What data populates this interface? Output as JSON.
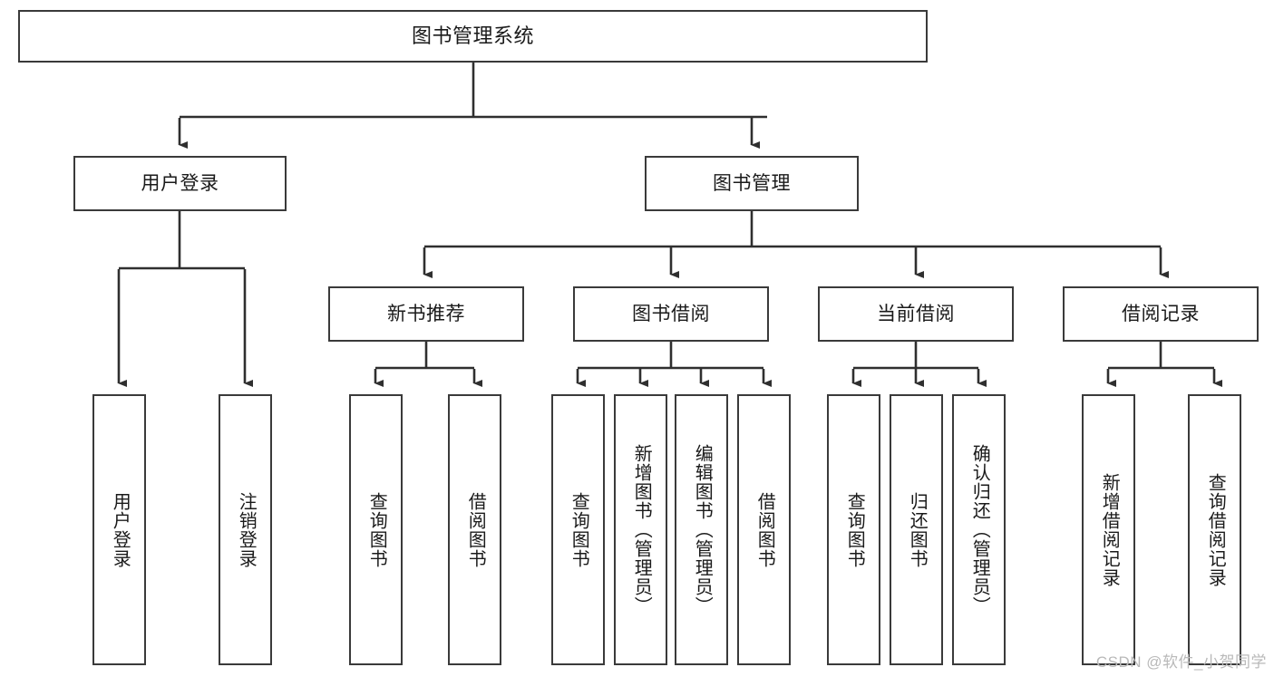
{
  "diagram": {
    "type": "tree-hierarchy",
    "title": "图书管理系统",
    "orientation": "top-down",
    "colors": {
      "box_border": "#3a3a3a",
      "box_fill": "#ffffff",
      "connector": "#2f2f2f",
      "text": "#1a1a1a",
      "watermark": "#b9b9b9"
    },
    "levels": {
      "level1": [
        "图书管理系统"
      ],
      "level2": [
        "用户登录",
        "图书管理"
      ],
      "level3": [
        "新书推荐",
        "图书借阅",
        "当前借阅",
        "借阅记录"
      ],
      "level4": [
        "用户登录",
        "注销登录",
        "查询图书",
        "借阅图书",
        "查询图书",
        "新增图书（管理员）",
        "编辑图书（管理员）",
        "借阅图书",
        "查询图书",
        "归还图书",
        "确认归还（管理员）",
        "新增借阅记录",
        "查询借阅记录"
      ]
    },
    "nodes": {
      "root": {
        "label": "图书管理系统"
      },
      "user_login": {
        "label": "用户登录"
      },
      "book_manage": {
        "label": "图书管理"
      },
      "new_book_rec": {
        "label": "新书推荐"
      },
      "book_borrow": {
        "label": "图书借阅"
      },
      "current_borrow": {
        "label": "当前借阅"
      },
      "borrow_record": {
        "label": "借阅记录"
      },
      "leaf_user_login": {
        "label": "用户登录"
      },
      "leaf_logout": {
        "label": "注销登录"
      },
      "leaf_query_book_1": {
        "label": "查询图书"
      },
      "leaf_borrow_book_1": {
        "label": "借阅图书"
      },
      "leaf_query_book_2": {
        "label": "查询图书"
      },
      "leaf_add_book_admin": {
        "label": "新增图书（管理员）"
      },
      "leaf_edit_book_admin": {
        "label": "编辑图书（管理员）"
      },
      "leaf_borrow_book_2": {
        "label": "借阅图书"
      },
      "leaf_query_book_3": {
        "label": "查询图书"
      },
      "leaf_return_book": {
        "label": "归还图书"
      },
      "leaf_confirm_return_admin": {
        "label": "确认归还（管理员）"
      },
      "leaf_add_borrow_record": {
        "label": "新增借阅记录"
      },
      "leaf_query_borrow_record": {
        "label": "查询借阅记录"
      }
    },
    "edges": [
      {
        "from": "图书管理系统",
        "to": "用户登录"
      },
      {
        "from": "图书管理系统",
        "to": "图书管理"
      },
      {
        "from": "用户登录",
        "to": "用户登录"
      },
      {
        "from": "用户登录",
        "to": "注销登录"
      },
      {
        "from": "图书管理",
        "to": "新书推荐"
      },
      {
        "from": "图书管理",
        "to": "图书借阅"
      },
      {
        "from": "图书管理",
        "to": "当前借阅"
      },
      {
        "from": "图书管理",
        "to": "借阅记录"
      },
      {
        "from": "新书推荐",
        "to": "查询图书"
      },
      {
        "from": "新书推荐",
        "to": "借阅图书"
      },
      {
        "from": "图书借阅",
        "to": "查询图书"
      },
      {
        "from": "图书借阅",
        "to": "新增图书（管理员）"
      },
      {
        "from": "图书借阅",
        "to": "编辑图书（管理员）"
      },
      {
        "from": "图书借阅",
        "to": "借阅图书"
      },
      {
        "from": "当前借阅",
        "to": "查询图书"
      },
      {
        "from": "当前借阅",
        "to": "归还图书"
      },
      {
        "from": "当前借阅",
        "to": "确认归还（管理员）"
      },
      {
        "from": "借阅记录",
        "to": "新增借阅记录"
      },
      {
        "from": "借阅记录",
        "to": "查询借阅记录"
      }
    ]
  },
  "watermark": {
    "text": "CSDN @软件_小贺同学"
  }
}
